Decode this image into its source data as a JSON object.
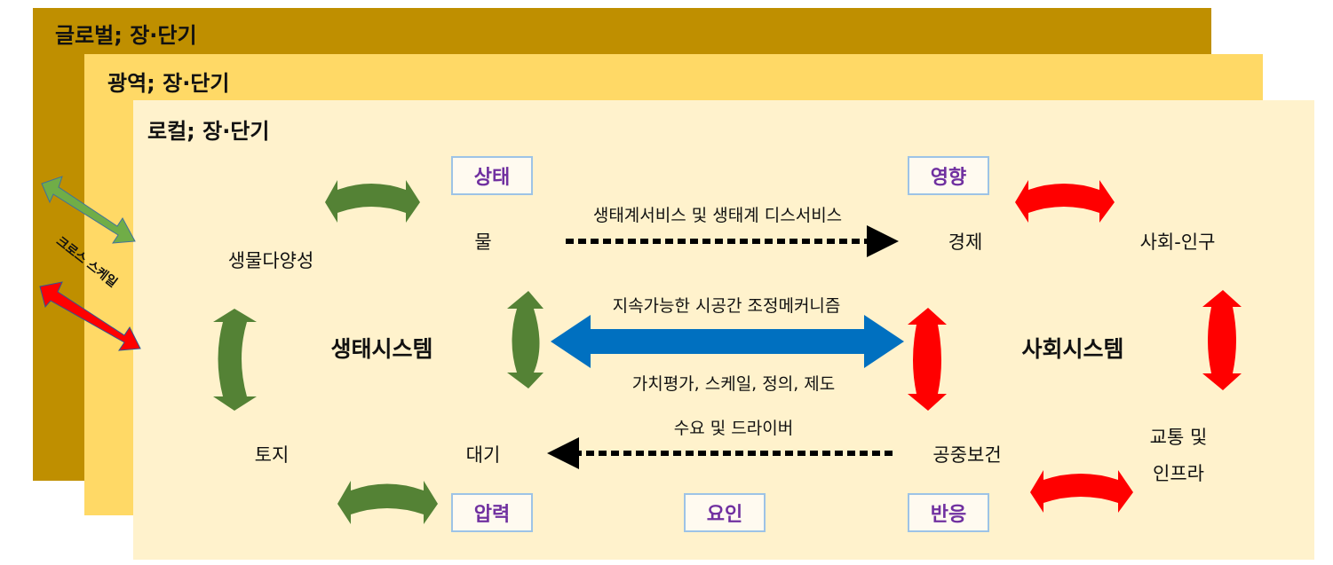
{
  "layers": {
    "global": "글로벌; 장·단기",
    "regional": "광역; 장·단기",
    "local": "로컬; 장·단기"
  },
  "cross_scale": "크로스 스케일",
  "ecosystem": {
    "title": "생태시스템",
    "nodes": {
      "biodiversity": "생물다양성",
      "water": "물",
      "land": "토지",
      "air": "대기"
    }
  },
  "social_system": {
    "title": "사회시스템",
    "nodes": {
      "economy": "경제",
      "society_population": "사회-인구",
      "public_health": "공중보건",
      "transport_line1": "교통 및",
      "transport_line2": "인프라"
    }
  },
  "boxes": {
    "state": "상태",
    "impact": "영향",
    "pressure": "압력",
    "driver": "요인",
    "response": "반응"
  },
  "flows": {
    "ecosystem_services": "생태계서비스 및 생태계 디스서비스",
    "coordination": "지속가능한 시공간 조정메커니즘",
    "values": "가치평가, 스케일, 정의, 제도",
    "demand_drivers": "수요 및 드라이버"
  },
  "colors": {
    "global": "#bf8f00",
    "regional": "#ffd966",
    "local": "#fff2cc",
    "green_arrow": "#548235",
    "red_arrow": "#ff0000",
    "blue_arrow": "#0070c0",
    "box_text": "#7030a0",
    "box_border": "#9dc3e6",
    "cross_green": "#70ad47"
  }
}
